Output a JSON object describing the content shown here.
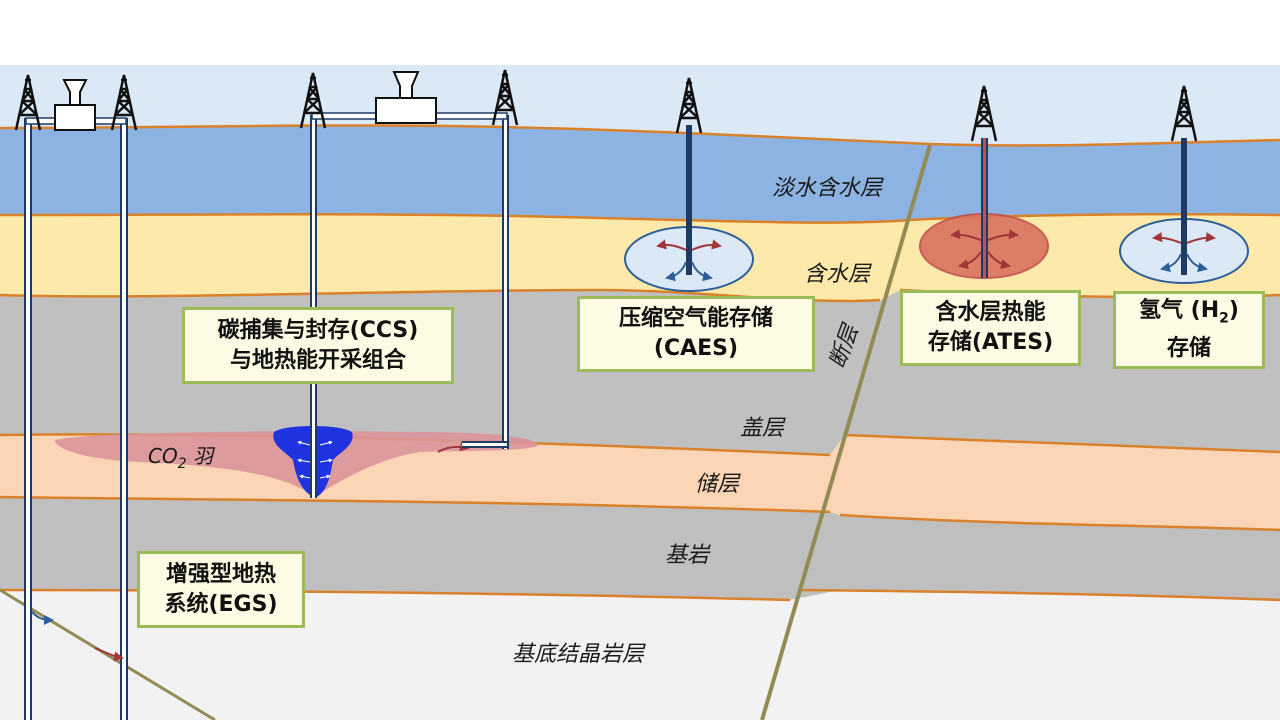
{
  "layers": {
    "freshwater_aquifer": "淡水含水层",
    "aquifer": "含水层",
    "caprock": "盖层",
    "reservoir": "储层",
    "bedrock": "基岩",
    "crystalline_basement": "基底结晶岩层",
    "fault": "断层"
  },
  "plume": {
    "label": "CO",
    "sub": "2",
    "suffix": " 羽"
  },
  "boxes": {
    "ccs": {
      "line1": "碳捕集与封存(CCS)",
      "line2": "与地热能开采组合"
    },
    "caes": {
      "line1": "压缩空气能存储",
      "line2": "(CAES)"
    },
    "ates": {
      "line1": "含水层热能",
      "line2": "存储(ATES)"
    },
    "h2": {
      "line1_pre": "氢气 (H",
      "line1_sub": "2",
      "line1_post": ")",
      "line2": "存储"
    },
    "egs": {
      "line1": "增强型地热",
      "line2": "系统(EGS)"
    }
  },
  "colors": {
    "sky": "#dbe8f5",
    "freshwater": "#8db3e2",
    "aquifer": "#fde9a9",
    "caprock": "#c0c0c0",
    "reservoir": "#fbd5b5",
    "bedrock": "#bfbfbf",
    "basement": "#f2f2f2",
    "boundary": "#d9822b",
    "fault": "#948a54",
    "box_border": "#9bbb59",
    "box_fill": "#fdfbe3"
  }
}
